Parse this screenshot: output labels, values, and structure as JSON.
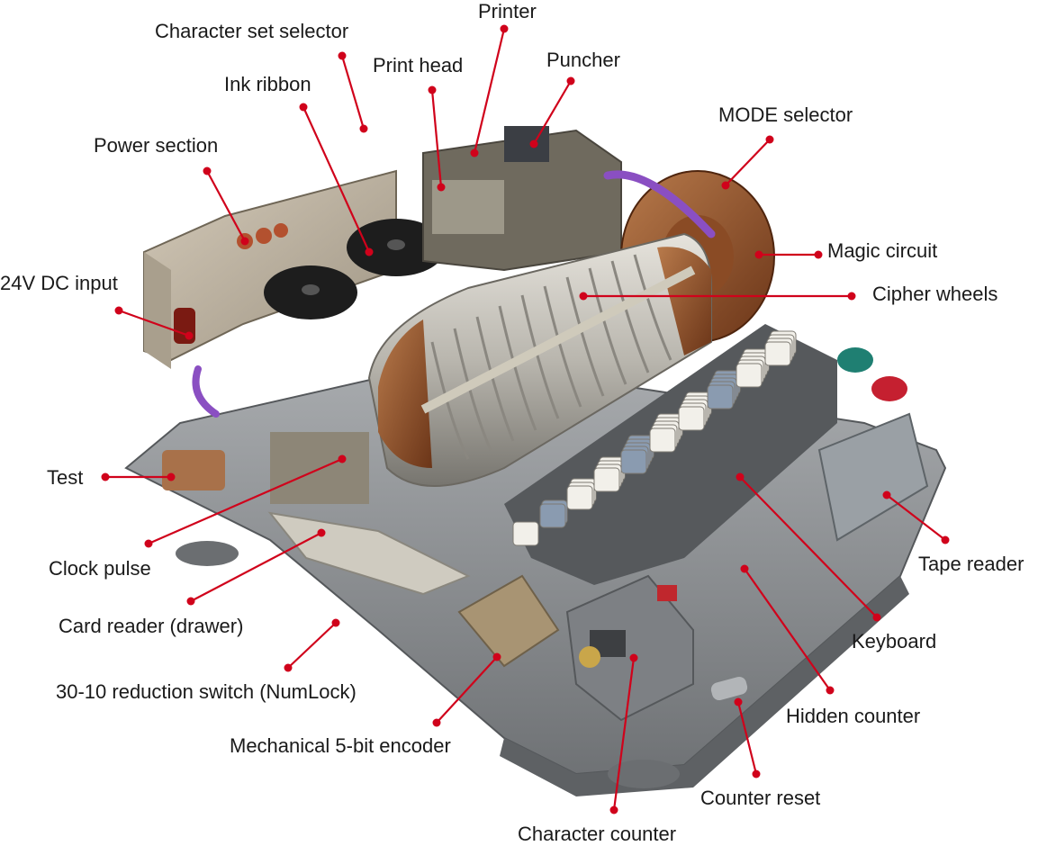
{
  "diagram": {
    "labels": [
      {
        "id": "printer",
        "text": "Printer"
      },
      {
        "id": "character-set-selector",
        "text": "Character set selector"
      },
      {
        "id": "print-head",
        "text": "Print head"
      },
      {
        "id": "puncher",
        "text": "Puncher"
      },
      {
        "id": "ink-ribbon",
        "text": "Ink ribbon"
      },
      {
        "id": "mode-selector",
        "text": "MODE selector"
      },
      {
        "id": "power-section",
        "text": "Power section"
      },
      {
        "id": "magic-circuit",
        "text": "Magic circuit"
      },
      {
        "id": "24v-dc-input",
        "text": "24V DC input"
      },
      {
        "id": "cipher-wheels",
        "text": "Cipher wheels"
      },
      {
        "id": "test",
        "text": "Test"
      },
      {
        "id": "clock-pulse",
        "text": "Clock pulse"
      },
      {
        "id": "tape-reader",
        "text": "Tape reader"
      },
      {
        "id": "card-reader",
        "text": "Card reader (drawer)"
      },
      {
        "id": "keyboard",
        "text": "Keyboard"
      },
      {
        "id": "reduction-switch",
        "text": "30-10 reduction switch (NumLock)"
      },
      {
        "id": "hidden-counter",
        "text": "Hidden counter"
      },
      {
        "id": "encoder",
        "text": "Mechanical 5-bit encoder"
      },
      {
        "id": "counter-reset",
        "text": "Counter reset"
      },
      {
        "id": "character-counter",
        "text": "Character counter"
      }
    ],
    "colors": {
      "leader": "#d0021b",
      "body": "#8a8d90",
      "wheel_brown": "#8b4a22",
      "key_white": "#f2f0ea",
      "key_blue": "#8a9bb0",
      "label_text": "#1a1a1a"
    }
  }
}
